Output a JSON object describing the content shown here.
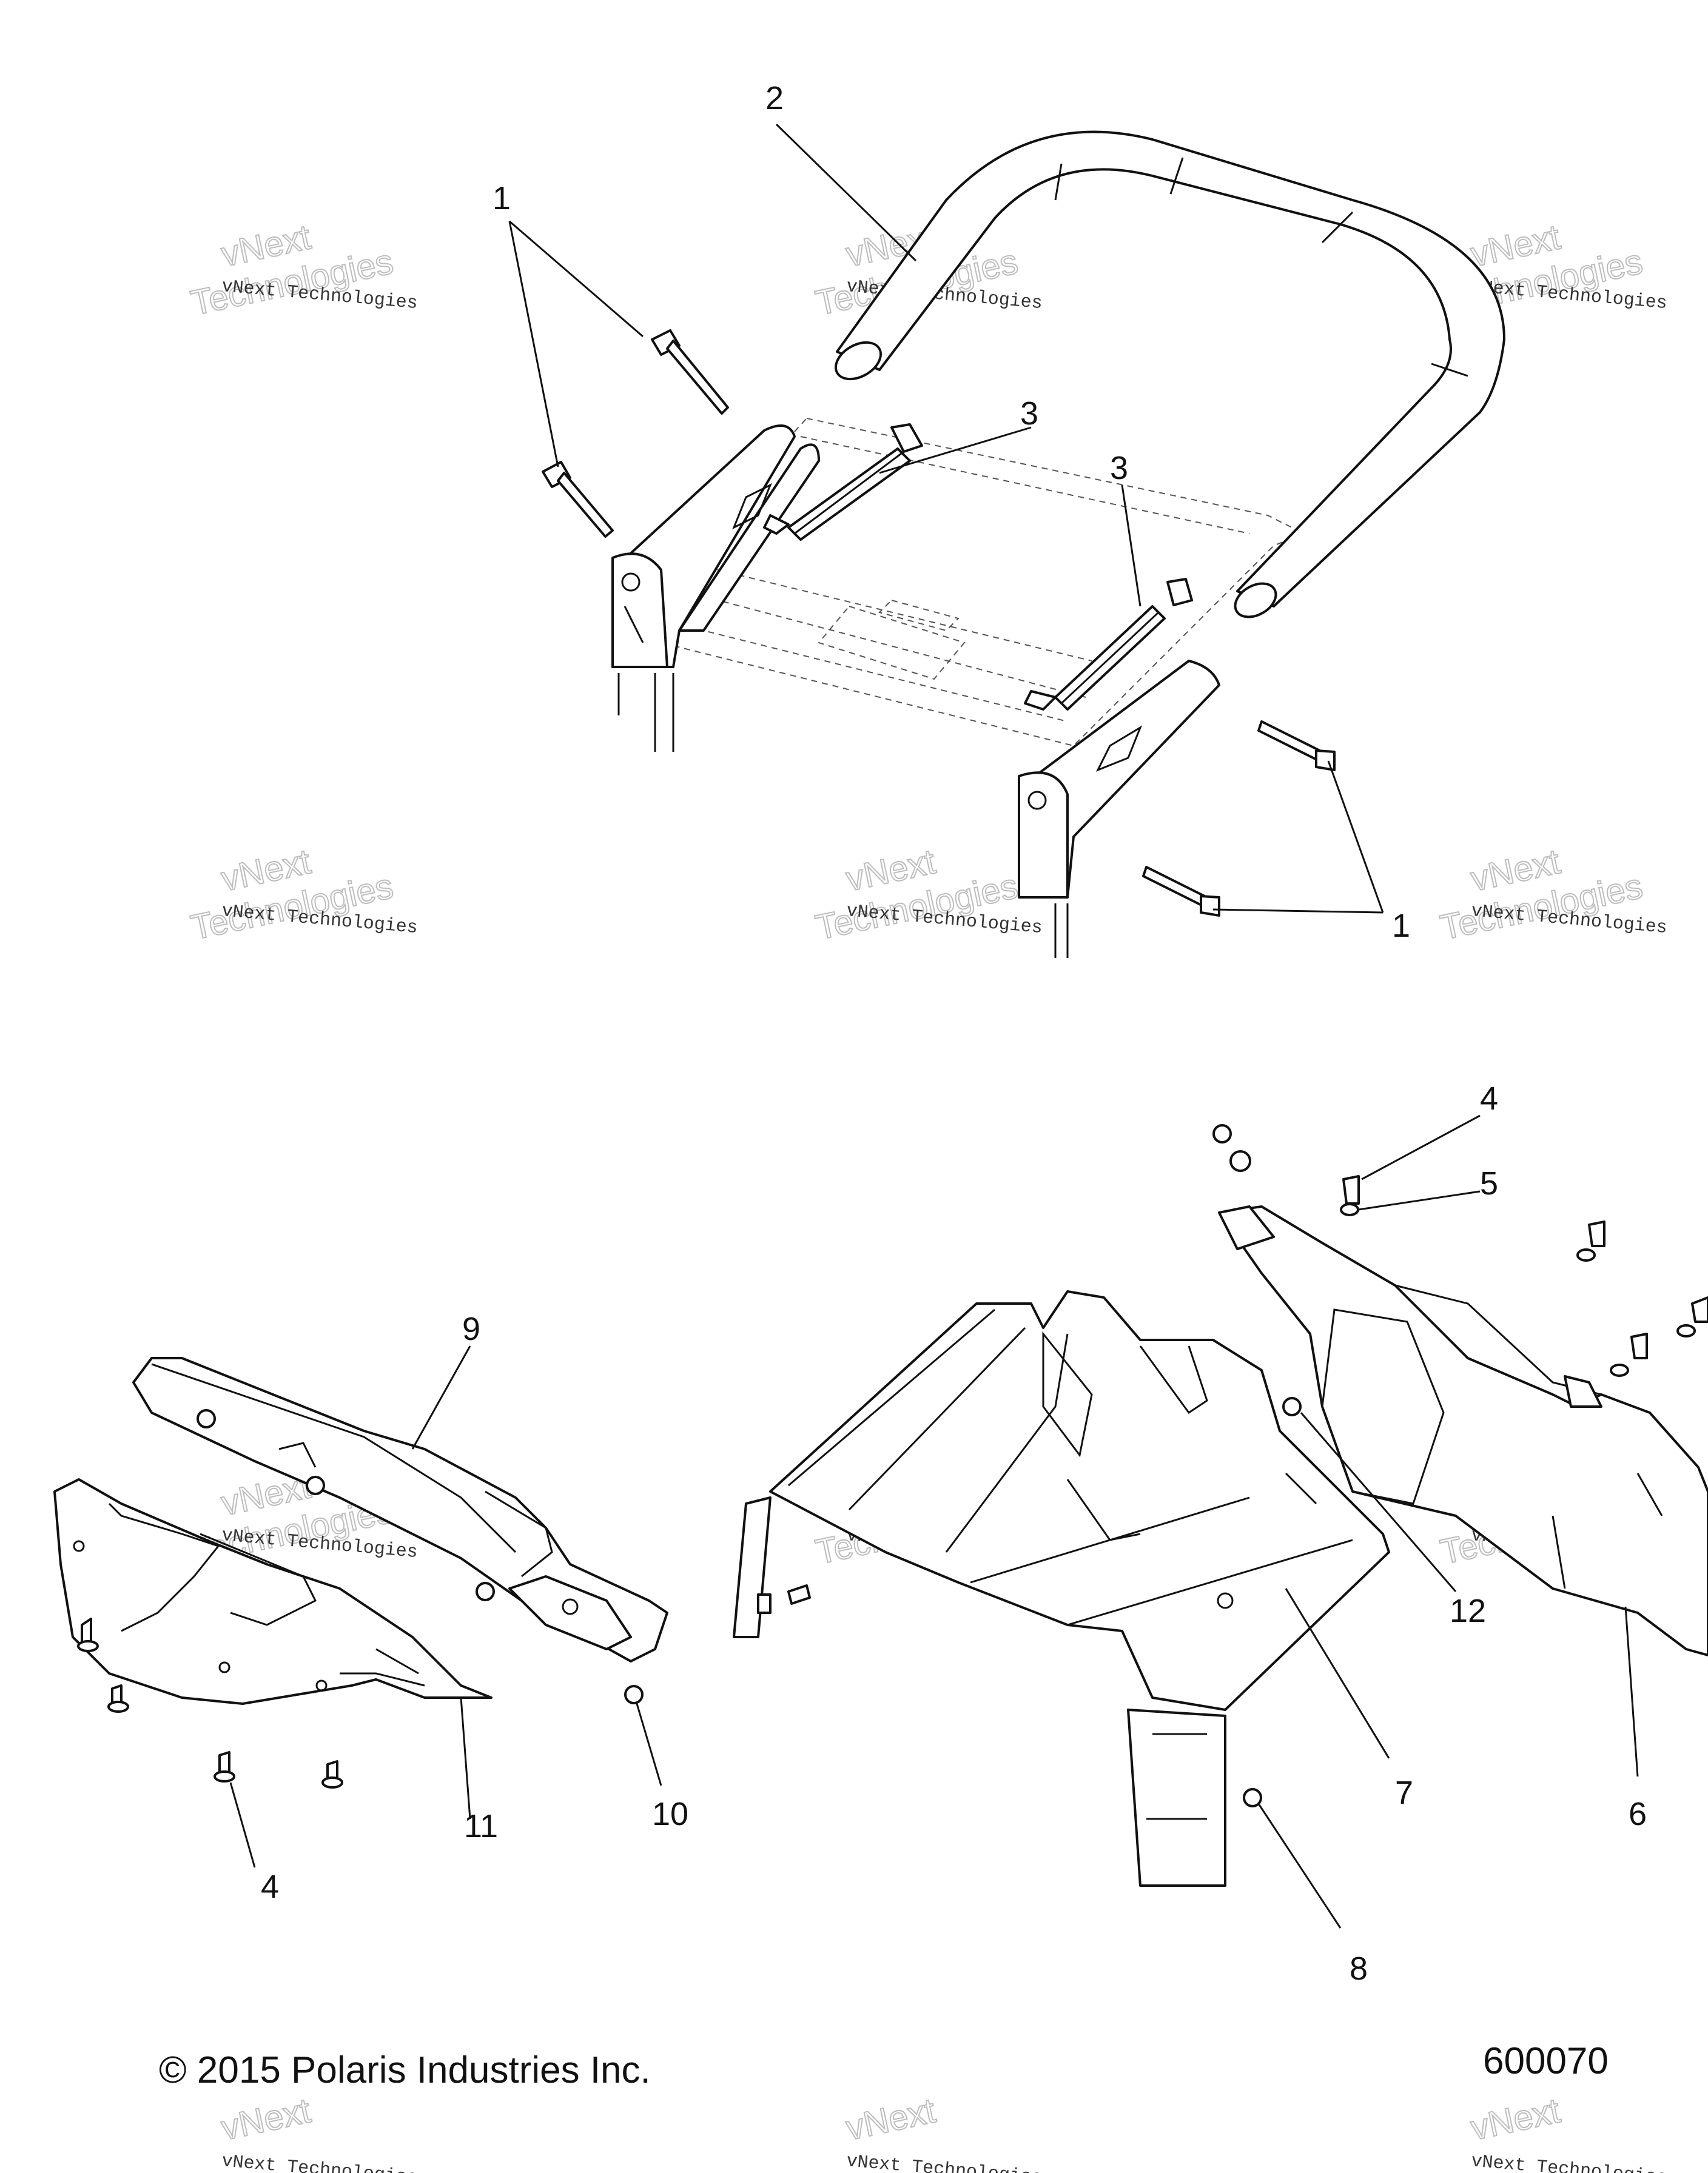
{
  "callouts": {
    "c1a": "1",
    "c2": "2",
    "c3a": "3",
    "c3b": "3",
    "c1b": "1",
    "c4a": "4",
    "c5": "5",
    "c9": "9",
    "c12": "12",
    "c7": "7",
    "c6": "6",
    "c11": "11",
    "c10": "10",
    "c4b": "4",
    "c8": "8"
  },
  "footer": {
    "copyright": "© 2015 Polaris Industries Inc.",
    "diagram_number": "600070"
  },
  "watermark": {
    "line1": "vNext Technologies",
    "line2": "vNext",
    "line3": "Technologies"
  }
}
